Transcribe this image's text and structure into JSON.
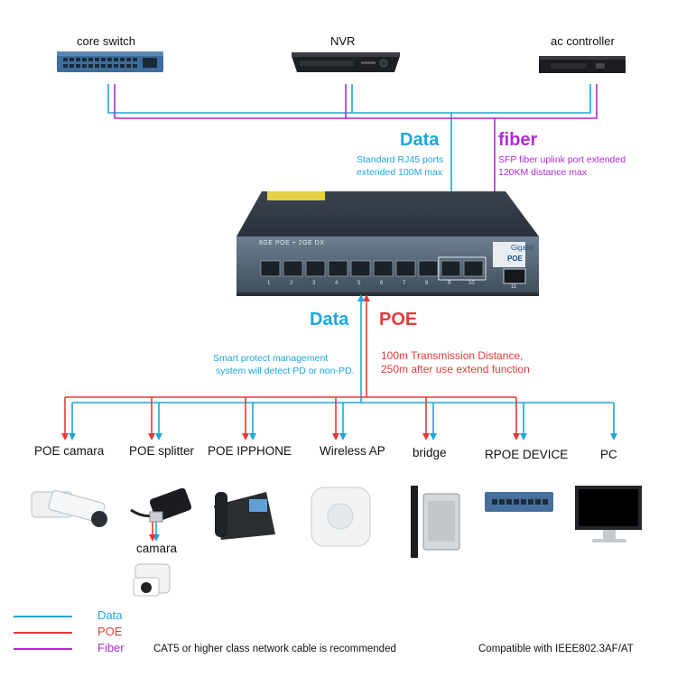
{
  "top_devices": {
    "core_switch": "core switch",
    "nvr": "NVR",
    "ac_controller": "ac controller"
  },
  "upper_labels": {
    "data": "Data",
    "data_note_1": "Standard RJ45 ports",
    "data_note_2": "extended 100M max",
    "fiber": "fiber",
    "fiber_note_1": "SFP fiber uplink port extended",
    "fiber_note_2": "120KM distance max"
  },
  "switch": {
    "model_text": "8GE POE + 2GE DX",
    "brand": "Gigabit",
    "poe": "POE",
    "port_numbers": [
      "1",
      "2",
      "3",
      "4",
      "5",
      "6",
      "7",
      "8",
      "9",
      "10",
      "11"
    ]
  },
  "lower_labels": {
    "data": "Data",
    "poe": "POE",
    "left_note_1": "Smart protect management",
    "left_note_2": "system will detect PD or non-PD.",
    "right_note_1": "100m Transmission Distance,",
    "right_note_2": "250m after use extend function"
  },
  "end_devices": [
    {
      "label": "POE camara"
    },
    {
      "label": "POE splitter"
    },
    {
      "label": "POE IPPHONE"
    },
    {
      "label": "Wireless AP"
    },
    {
      "label": "bridge"
    },
    {
      "label": "RPOE DEVICE"
    },
    {
      "label": "PC"
    }
  ],
  "camera_label": "camara",
  "legend": [
    {
      "label": "Data",
      "color": "#1da6de"
    },
    {
      "label": "POE",
      "color": "#e53a3a"
    },
    {
      "label": "Fiber",
      "color": "#b22bd6"
    }
  ],
  "footer": {
    "cable_note": "CAT5 or higher class network cable is recommended",
    "compat_note": "Compatible with IEEE802.3AF/AT"
  },
  "colors": {
    "data": "#1da6de",
    "poe": "#e53a3a",
    "fiber": "#b22bd6"
  }
}
